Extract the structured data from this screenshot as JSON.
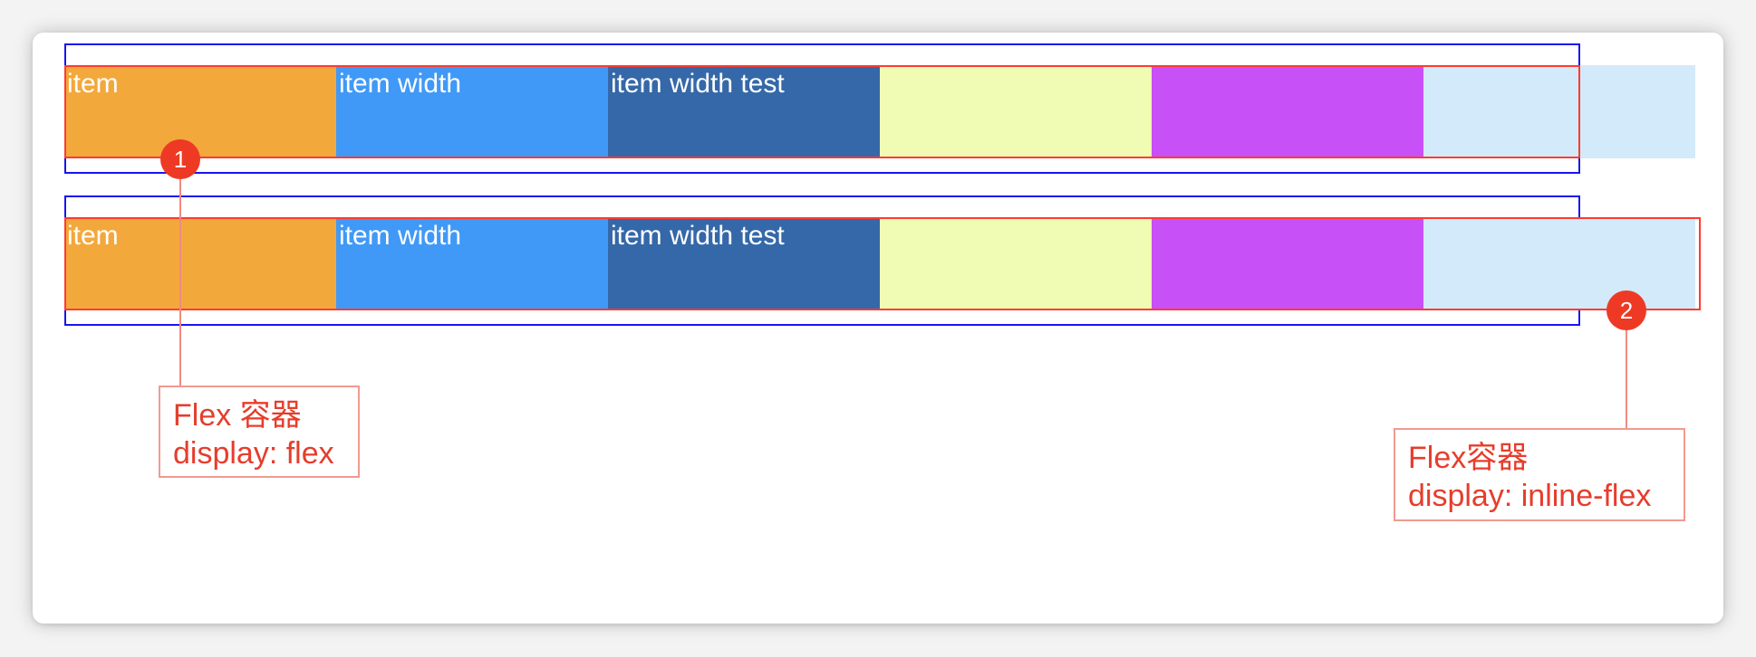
{
  "items": [
    {
      "label": "item",
      "color": "#f3a83c"
    },
    {
      "label": "item width",
      "color": "#4099f7"
    },
    {
      "label": "item width test",
      "color": "#3568a8"
    },
    {
      "label": "",
      "color": "#f0fcb4"
    },
    {
      "label": "",
      "color": "#c850f7"
    },
    {
      "label": "",
      "color": "#d3eafa"
    }
  ],
  "annotations": [
    {
      "number": "1",
      "title": "Flex 容器",
      "desc": "display: flex"
    },
    {
      "number": "2",
      "title": "Flex容器",
      "desc": "display: inline-flex"
    }
  ],
  "colors": {
    "outer_border": "#1616f0",
    "container_border": "#ff3b30",
    "badge": "#ee3a25",
    "callout_text": "#e63d2c"
  }
}
